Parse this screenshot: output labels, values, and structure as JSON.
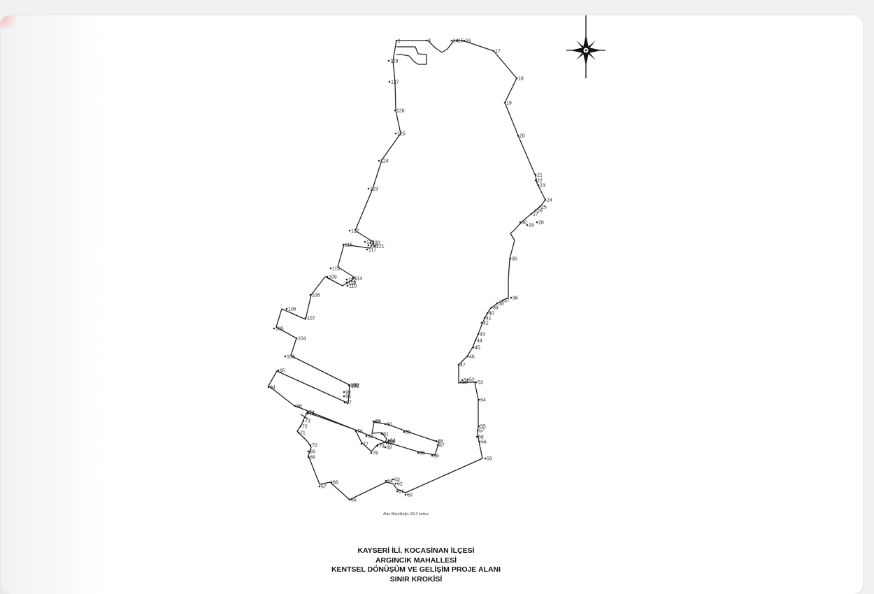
{
  "map": {
    "vertex_labels": [
      "1",
      "3",
      "14",
      "15",
      "16",
      "17",
      "18",
      "19",
      "20",
      "21",
      "22",
      "23",
      "24",
      "25",
      "26",
      "27",
      "28",
      "29",
      "30",
      "35",
      "36",
      "37",
      "38",
      "39",
      "40",
      "41",
      "42",
      "43",
      "44",
      "45",
      "46",
      "47",
      "48",
      "51",
      "52",
      "53",
      "54",
      "55",
      "56",
      "57",
      "58",
      "59",
      "60",
      "61",
      "62",
      "63",
      "64",
      "65",
      "66",
      "67",
      "68",
      "69",
      "70",
      "71",
      "72",
      "73",
      "74",
      "75",
      "76",
      "77",
      "78",
      "79",
      "80",
      "81",
      "82",
      "83",
      "84",
      "85",
      "86",
      "87",
      "88",
      "89",
      "90",
      "91",
      "92",
      "93",
      "94",
      "95",
      "96",
      "97",
      "98",
      "99",
      "100",
      "101",
      "102",
      "103",
      "104",
      "105",
      "106",
      "107",
      "108",
      "109",
      "110",
      "111",
      "112",
      "113",
      "114",
      "115",
      "116",
      "117",
      "118",
      "119",
      "120",
      "121",
      "122",
      "123",
      "124",
      "125",
      "126",
      "127",
      "128"
    ],
    "compass": {
      "icon": "north-arrow-compass-rose-icon"
    },
    "scale_note": "Alan Büyüklüğü: 83.3 hektar"
  },
  "title_block": {
    "line1": "KAYSERİ İLİ, KOCASİNAN İLÇESİ",
    "line2": "ARGINCIK MAHALLESİ",
    "line3": "KENTSEL DÖNÜŞÜM VE GELİŞİM PROJE ALANI",
    "line4": "SINIR KROKİSİ"
  }
}
